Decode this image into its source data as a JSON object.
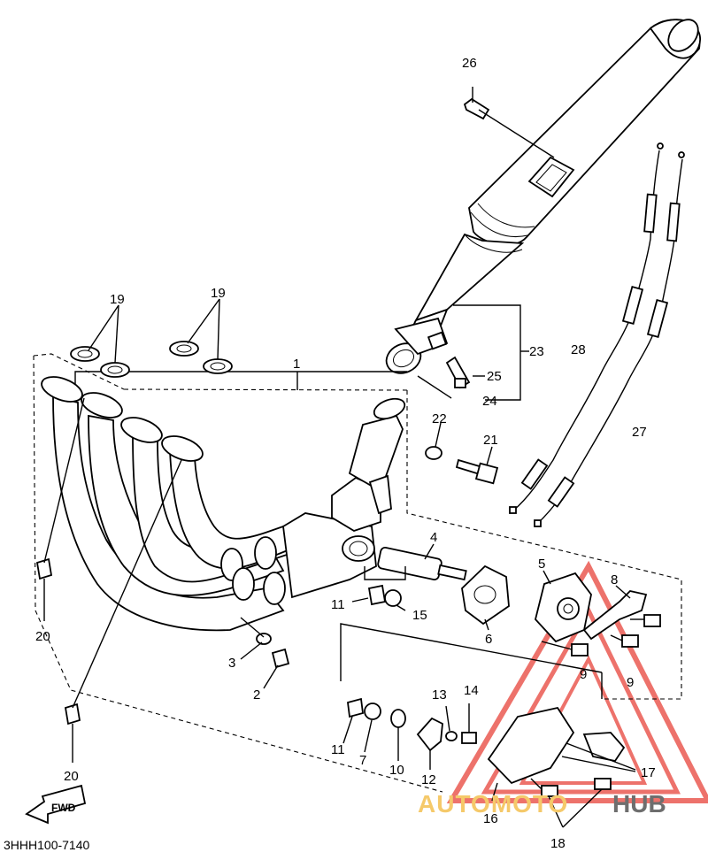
{
  "diagram": {
    "labels": [
      {
        "id": "26",
        "text": "26"
      },
      {
        "id": "19a",
        "text": "19"
      },
      {
        "id": "19b",
        "text": "19"
      },
      {
        "id": "1",
        "text": "1"
      },
      {
        "id": "23",
        "text": "23"
      },
      {
        "id": "25",
        "text": "25"
      },
      {
        "id": "24",
        "text": "24"
      },
      {
        "id": "28",
        "text": "28"
      },
      {
        "id": "27",
        "text": "27"
      },
      {
        "id": "22",
        "text": "22"
      },
      {
        "id": "21",
        "text": "21"
      },
      {
        "id": "4",
        "text": "4"
      },
      {
        "id": "5",
        "text": "5"
      },
      {
        "id": "8",
        "text": "8"
      },
      {
        "id": "11a",
        "text": "11"
      },
      {
        "id": "15",
        "text": "15"
      },
      {
        "id": "6",
        "text": "6"
      },
      {
        "id": "20a",
        "text": "20"
      },
      {
        "id": "3",
        "text": "3"
      },
      {
        "id": "2",
        "text": "2"
      },
      {
        "id": "9a",
        "text": "9"
      },
      {
        "id": "9b",
        "text": "9"
      },
      {
        "id": "13",
        "text": "13"
      },
      {
        "id": "14",
        "text": "14"
      },
      {
        "id": "11b",
        "text": "11"
      },
      {
        "id": "7",
        "text": "7"
      },
      {
        "id": "10",
        "text": "10"
      },
      {
        "id": "12",
        "text": "12"
      },
      {
        "id": "17",
        "text": "17"
      },
      {
        "id": "16",
        "text": "16"
      },
      {
        "id": "18",
        "text": "18"
      },
      {
        "id": "20b",
        "text": "20"
      }
    ],
    "fwd_label": "FWD",
    "part_code": "3HHH100-7140",
    "watermark": {
      "text_a": "AUTOMOTO",
      "text_b": "HUB",
      "color_a": "#f5c96a",
      "color_b": "#6e6e6e",
      "logo_color": "#e8433a"
    }
  }
}
